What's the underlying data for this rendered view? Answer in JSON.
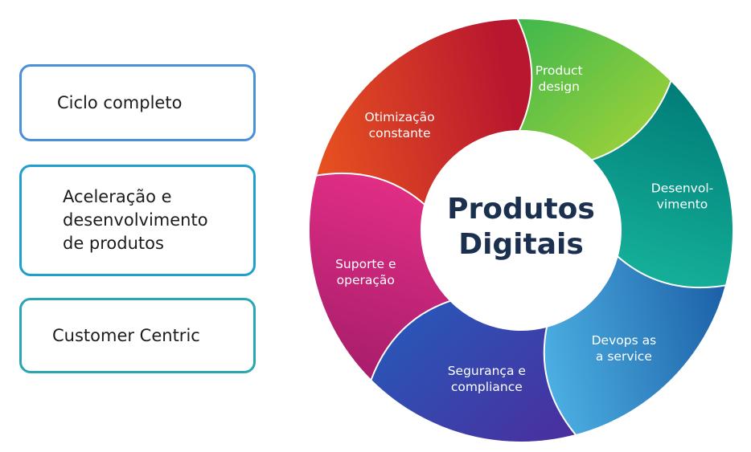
{
  "pills": [
    {
      "lines": [
        "Ciclo completo"
      ],
      "border_color": "#4a90d9"
    },
    {
      "lines": [
        "Aceleração e",
        "desenvolvimento",
        "de produtos"
      ],
      "border_color": "#1f9fcf"
    },
    {
      "lines": [
        "Customer Centric"
      ],
      "border_color": "#2aa6b3"
    }
  ],
  "center": {
    "lines": [
      "Produtos",
      "Digitais"
    ]
  },
  "segments": [
    {
      "lines": [
        "Product",
        "design"
      ],
      "color_a": "#9bd13a",
      "color_b": "#2fb350"
    },
    {
      "lines": [
        "Desenvol-",
        "vimento"
      ],
      "color_a": "#16b39b",
      "color_b": "#007c77"
    },
    {
      "lines": [
        "Devops as",
        "a service"
      ],
      "color_a": "#4fb4e6",
      "color_b": "#1c5fa6"
    },
    {
      "lines": [
        "Segurança e",
        "compliance"
      ],
      "color_a": "#2957b8",
      "color_b": "#4a2e9e"
    },
    {
      "lines": [
        "Suporte e",
        "operação"
      ],
      "color_a": "#e42f86",
      "color_b": "#a81d6b"
    },
    {
      "lines": [
        "Otimização",
        "constante"
      ],
      "color_a": "#b8172f",
      "color_b": "#e8531f"
    }
  ]
}
